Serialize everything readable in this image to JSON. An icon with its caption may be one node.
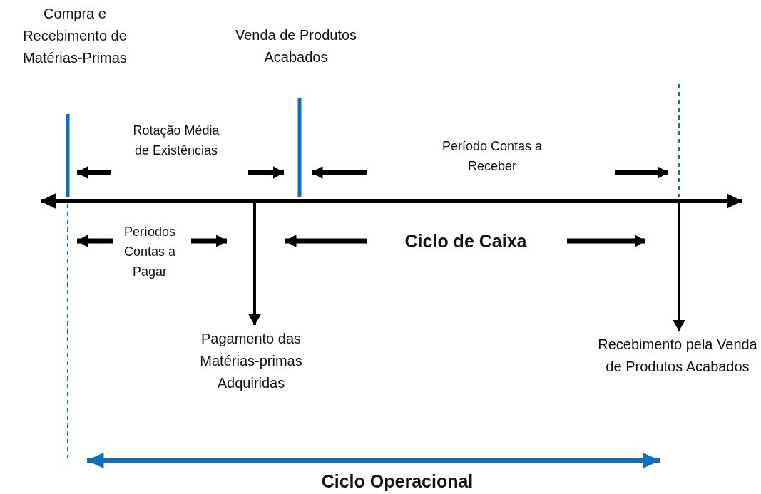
{
  "diagram": {
    "nodes": [
      {
        "text": [
          "Pagamento das Matérias-primas Adquiridas"
        ]
      },
      {
        "text": [
          "Recebimento pela Venda de Produtos Acabados"
        ]
      }
    ],
    "edges": [
      {
        "from": null,
        "to": 0,
        "arrow": "to"
      },
      {
        "from": null,
        "to": 1,
        "arrow": "to"
      }
    ],
    "labels": [
      "Compra e Recebimento de Matérias-Primas",
      "Venda de Produtos Acabados",
      "Rotação Média de Existências",
      "Período Contas a Receber",
      "Períodos Contas a Pagar",
      "Ciclo de Caixa",
      "Ciclo Operacional"
    ]
  }
}
